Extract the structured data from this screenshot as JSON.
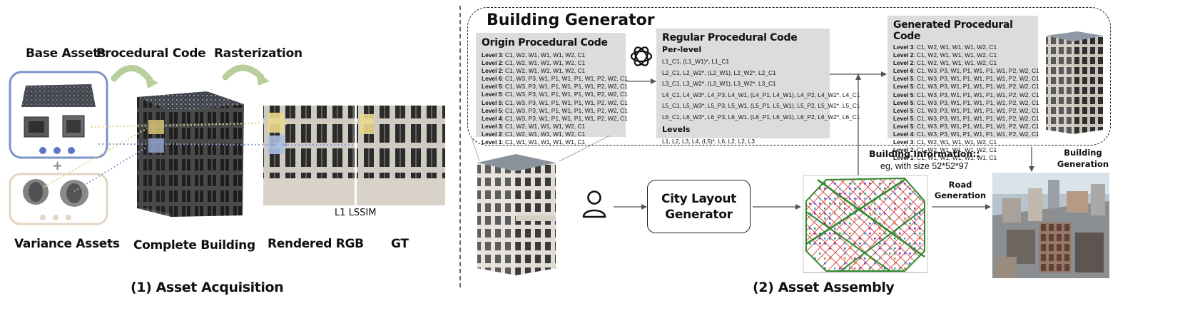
{
  "left": {
    "labels": {
      "base_assets": "Base Assets",
      "procedural_code": "Procedural Code",
      "rasterization": "Rasterization",
      "variance_assets": "Variance Assets",
      "complete_building": "Complete Building",
      "rendered_rgb": "Rendered RGB",
      "gt": "GT",
      "loss": "L1 LSSIM",
      "caption": "(1) Asset Acquisition"
    }
  },
  "right": {
    "title": "Building Generator",
    "origin": {
      "title": "Origin Procedural Code",
      "lines": [
        {
          "k": "Level 3",
          "v": ": C1, W2, W1, W1, W1, W2, C1"
        },
        {
          "k": "Level 2",
          "v": ": C1, W2, W1, W1, W1, W2, C1"
        },
        {
          "k": "Level 2",
          "v": ": C1, W2, W1, W1, W1, W2, C1"
        },
        {
          "k": "Level 6",
          "v": ": C1, W3, P3, W1, P1, W1, P1, W1, P2, W2, C1"
        },
        {
          "k": "Level 5",
          "v": ": C1, W3, P3, W1, P1, W1, P1, W1, P2, W2, C1"
        },
        {
          "k": "Level 5",
          "v": ": C1, W3, P3, W1, P1, W1, P1, W1, P2, W2, C1"
        },
        {
          "k": "Level 5",
          "v": ": C1, W3, P3, W1, P1, W1, P1, W1, P2, W2, C1"
        },
        {
          "k": "Level 5",
          "v": ": C1, W3, P3, W1, P1, W1, P1, W1, P2, W2, C1"
        },
        {
          "k": "Level 4",
          "v": ": C1, W3, P3, W1, P1, W1, P1, W1, P2, W2, C1"
        },
        {
          "k": "Level 3",
          "v": ": C1, W2, W1, W1, W1, W2, C1"
        },
        {
          "k": "Level 2",
          "v": ": C1, W2, W1, W1, W1, W2, C1"
        },
        {
          "k": "Level 1",
          "v": ": C1, W1, W1, W1, W1, W1, C1"
        }
      ]
    },
    "regular": {
      "title": "Regular Procedural Code",
      "per_level_label": "Per-level",
      "lines": [
        "L1_C1, (L1_W1)*, L1_C1",
        "L2_C1, L2_W2*, (L2_W1), L2_W2*, L2_C1",
        "L3_C1, L3_W2*, (L3_W1), L3_W2*, L3_C1",
        "L4_C1, L4_W3*, L4_P3, L4_W1, (L4_P1, L4_W1), L4_P2, L4_W2*, L4_C1",
        "L5_C1, L5_W3*, L5_P3, L5_W1, (L5_P1, L5_W1), L5_P2, L5_W2*, L5_C1",
        "L6_C1, L6_W3*, L6_P3, L6_W1, (L6_P1, L6_W1), L6_P2, L6_W2*, L6_C1"
      ],
      "levels_label": "Levels",
      "levels_line": "L1, L2, L3, L4, (L5)*, L6, L2, L2, L3"
    },
    "generated": {
      "title": "Generated Procedural Code",
      "lines": [
        {
          "k": "Level 3",
          "v": ": C1, W2, W1, W1, W1, W2, C1"
        },
        {
          "k": "Level 2",
          "v": ": C1, W2, W1, W1, W1, W2, C1"
        },
        {
          "k": "Level 2",
          "v": ": C1, W2, W1, W1, W1, W2, C1"
        },
        {
          "k": "Level 6",
          "v": ": C1, W3, P3, W1, P1, W1, P1, W1, P2, W2, C1"
        },
        {
          "k": "Level 5",
          "v": ": C1, W3, P3, W1, P1, W1, P1, W1, P2, W2, C1"
        },
        {
          "k": "Level 5",
          "v": ": C1, W3, P3, W1, P1, W1, P1, W1, P2, W2, C1"
        },
        {
          "k": "Level 5",
          "v": ": C1, W3, P3, W1, P1, W1, P1, W1, P2, W2, C1"
        },
        {
          "k": "Level 5",
          "v": ": C1, W3, P3, W1, P1, W1, P1, W1, P2, W2, C1"
        },
        {
          "k": "Level 5",
          "v": ": C1, W3, P3, W1, P1, W1, P1, W1, P2, W2, C1"
        },
        {
          "k": "Level 5",
          "v": ": C1, W3, P3, W1, P1, W1, P1, W1, P2, W2, C1"
        },
        {
          "k": "Level 5",
          "v": ": C1, W3, P3, W1, P1, W1, P1, W1, P2, W2, C1"
        },
        {
          "k": "Level 4",
          "v": ": C1, W3, P3, W1, P1, W1, P1, W1, P2, W2, C1"
        },
        {
          "k": "Level 3",
          "v": ": C1, W2, W1, W1, W1, W2, C1"
        },
        {
          "k": "Level 2",
          "v": ": C1, W2, W1, W1, W1, W2, C1"
        },
        {
          "k": "Level 1",
          "v": ": C1, W1, W1, W1, W1, W1, C1"
        }
      ]
    },
    "city_layout": "City Layout\nGenerator",
    "building_info_title": "Building Information::",
    "building_info_sub": "eg, with size 52*52*97",
    "road_generation": "Road\nGeneration",
    "building_generation": "Building\nGeneration",
    "caption": "(2) Asset Assembly"
  },
  "colors": {
    "blue_frame": "#7b93c9",
    "beige_frame": "#e3d4c4",
    "green_arrow": "#b6cf9c",
    "code_bg": "#dcdcdc",
    "road_green": "#2e8b2e",
    "road_red": "#d23c3c"
  }
}
